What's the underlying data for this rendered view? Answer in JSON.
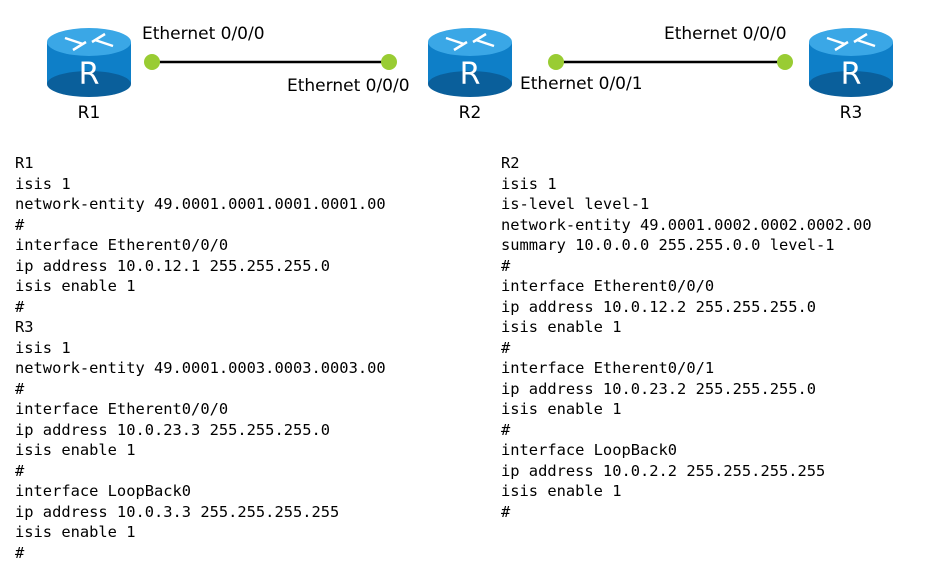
{
  "colors": {
    "router_top": "#3aa7e6",
    "router_body": "#0e7fc8",
    "router_dark": "#0a5f9b",
    "port_dot": "#99cc33",
    "link": "#000000"
  },
  "routers": [
    {
      "id": "R1",
      "letter": "R",
      "name": "R1"
    },
    {
      "id": "R2",
      "letter": "R",
      "name": "R2"
    },
    {
      "id": "R3",
      "letter": "R",
      "name": "R3"
    }
  ],
  "ports": {
    "r1_e0": "Ethernet 0/0/0",
    "r2_e0": "Ethernet 0/0/0",
    "r2_e1": "Ethernet 0/0/1",
    "r3_e0": "Ethernet 0/0/0"
  },
  "config_left": [
    "R1",
    "isis 1",
    "network-entity 49.0001.0001.0001.0001.00",
    "#",
    "interface Etherent0/0/0",
    "ip address 10.0.12.1 255.255.255.0",
    "isis enable 1",
    "#",
    "R3",
    "isis 1",
    "network-entity 49.0001.0003.0003.0003.00",
    "#",
    "interface Etherent0/0/0",
    "ip address 10.0.23.3 255.255.255.0",
    "isis enable 1",
    "#",
    "interface LoopBack0",
    "ip address 10.0.3.3 255.255.255.255",
    "isis enable 1",
    "#"
  ],
  "config_right": [
    "R2",
    "isis 1",
    "is-level level-1",
    "network-entity 49.0001.0002.0002.0002.00",
    "summary 10.0.0.0 255.255.0.0 level-1",
    "#",
    "interface Etherent0/0/0",
    "ip address 10.0.12.2 255.255.255.0",
    "isis enable 1",
    "#",
    "interface Etherent0/0/1",
    "ip address 10.0.23.2 255.255.255.0",
    "isis enable 1",
    "#",
    "interface LoopBack0",
    "ip address 10.0.2.2 255.255.255.255",
    "isis enable 1",
    "#"
  ]
}
